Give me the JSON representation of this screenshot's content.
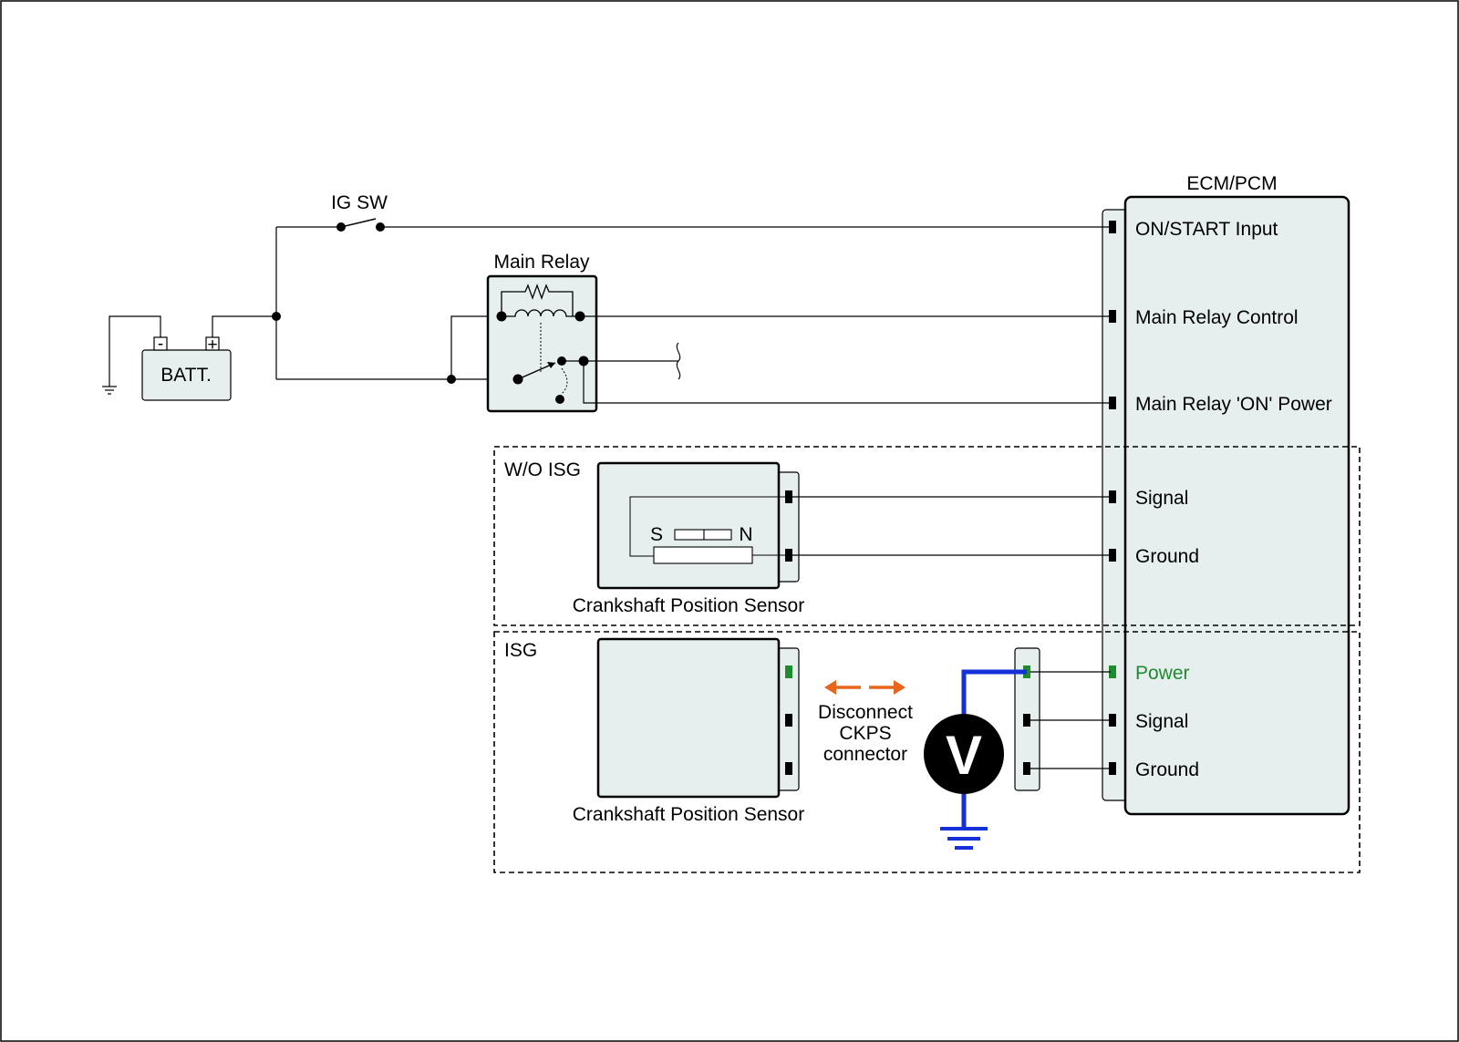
{
  "labels": {
    "ig_sw": "IG SW",
    "main_relay": "Main Relay",
    "battery": "BATT.",
    "battery_minus": "-",
    "battery_plus": "+",
    "ecm": "ECM/PCM",
    "pin_on_start": "ON/START Input",
    "pin_main_relay_control": "Main Relay Control",
    "pin_main_relay_on_power": "Main Relay 'ON' Power",
    "pin_signal_1": "Signal",
    "pin_ground_1": "Ground",
    "pin_power": "Power",
    "pin_signal_2": "Signal",
    "pin_ground_2": "Ground",
    "section_wo_isg": "W/O ISG",
    "section_isg": "ISG",
    "sensor_pole_s": "S",
    "sensor_pole_n": "N",
    "sensor_name_1": "Crankshaft Position Sensor",
    "sensor_name_2": "Crankshaft Position Sensor",
    "disconnect_line1": "Disconnect",
    "disconnect_line2": "CKPS",
    "disconnect_line3": "connector",
    "voltmeter": "V"
  },
  "colors": {
    "wire": "#000000",
    "panel_fill": "#e6eeee",
    "power_highlight": "#1f8a2e",
    "meter_lead": "#1530d8",
    "arrow": "#e8651c"
  }
}
